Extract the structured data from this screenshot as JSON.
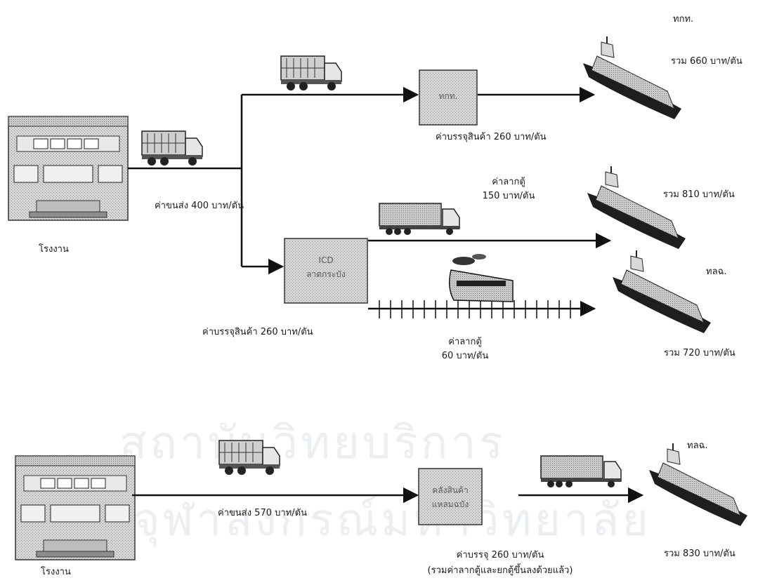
{
  "top_section": {
    "factory_label": "โรงงาน",
    "truck_cost": "ค่าขนส่ง 400 บาท/ตัน",
    "branch_1": {
      "box_label": "ทกท.",
      "packing_cost": "ค่าบรรจุสินค้า 260 บาท/ตัน",
      "port_label": "ทกท.",
      "total": "รวม 660 บาท/ตัน"
    },
    "icd": {
      "box_line1": "ICD",
      "box_line2": "ลาดกระบัง",
      "packing_cost": "ค่าบรรจุสินค้า 260 บาท/ตัน"
    },
    "branch_2": {
      "tow_cost_line1": "ค่าลากตู้",
      "tow_cost_line2": "150 บาท/ตัน",
      "total": "รวม 810 บาท/ตัน"
    },
    "branch_3": {
      "tow_cost_line1": "ค่าลากตู้",
      "tow_cost_line2": "60 บาท/ตัน",
      "port_label": "ทลฉ.",
      "total": "รวม 720  บาท/ตัน"
    }
  },
  "bottom_section": {
    "factory_label": "โรงงาน",
    "truck_cost": "ค่าขนส่ง 570 บาท/ตัน",
    "warehouse_line1": "คลังสินค้า",
    "warehouse_line2": "แหลมฉบัง",
    "packing_cost": "ค่าบรรจุ 260 บาท/ตัน",
    "packing_note": "(รวมค่าลากตู้และยกตู้ขึ้นลงด้วยแล้ว)",
    "port_label": "ทลฉ.",
    "total": "รวม 830  บาท/ตัน"
  },
  "watermark": {
    "line1": "สถาบันวิทยบริการ",
    "line2": "จุฬาลงกรณ์มหาวิทยาลัย"
  }
}
